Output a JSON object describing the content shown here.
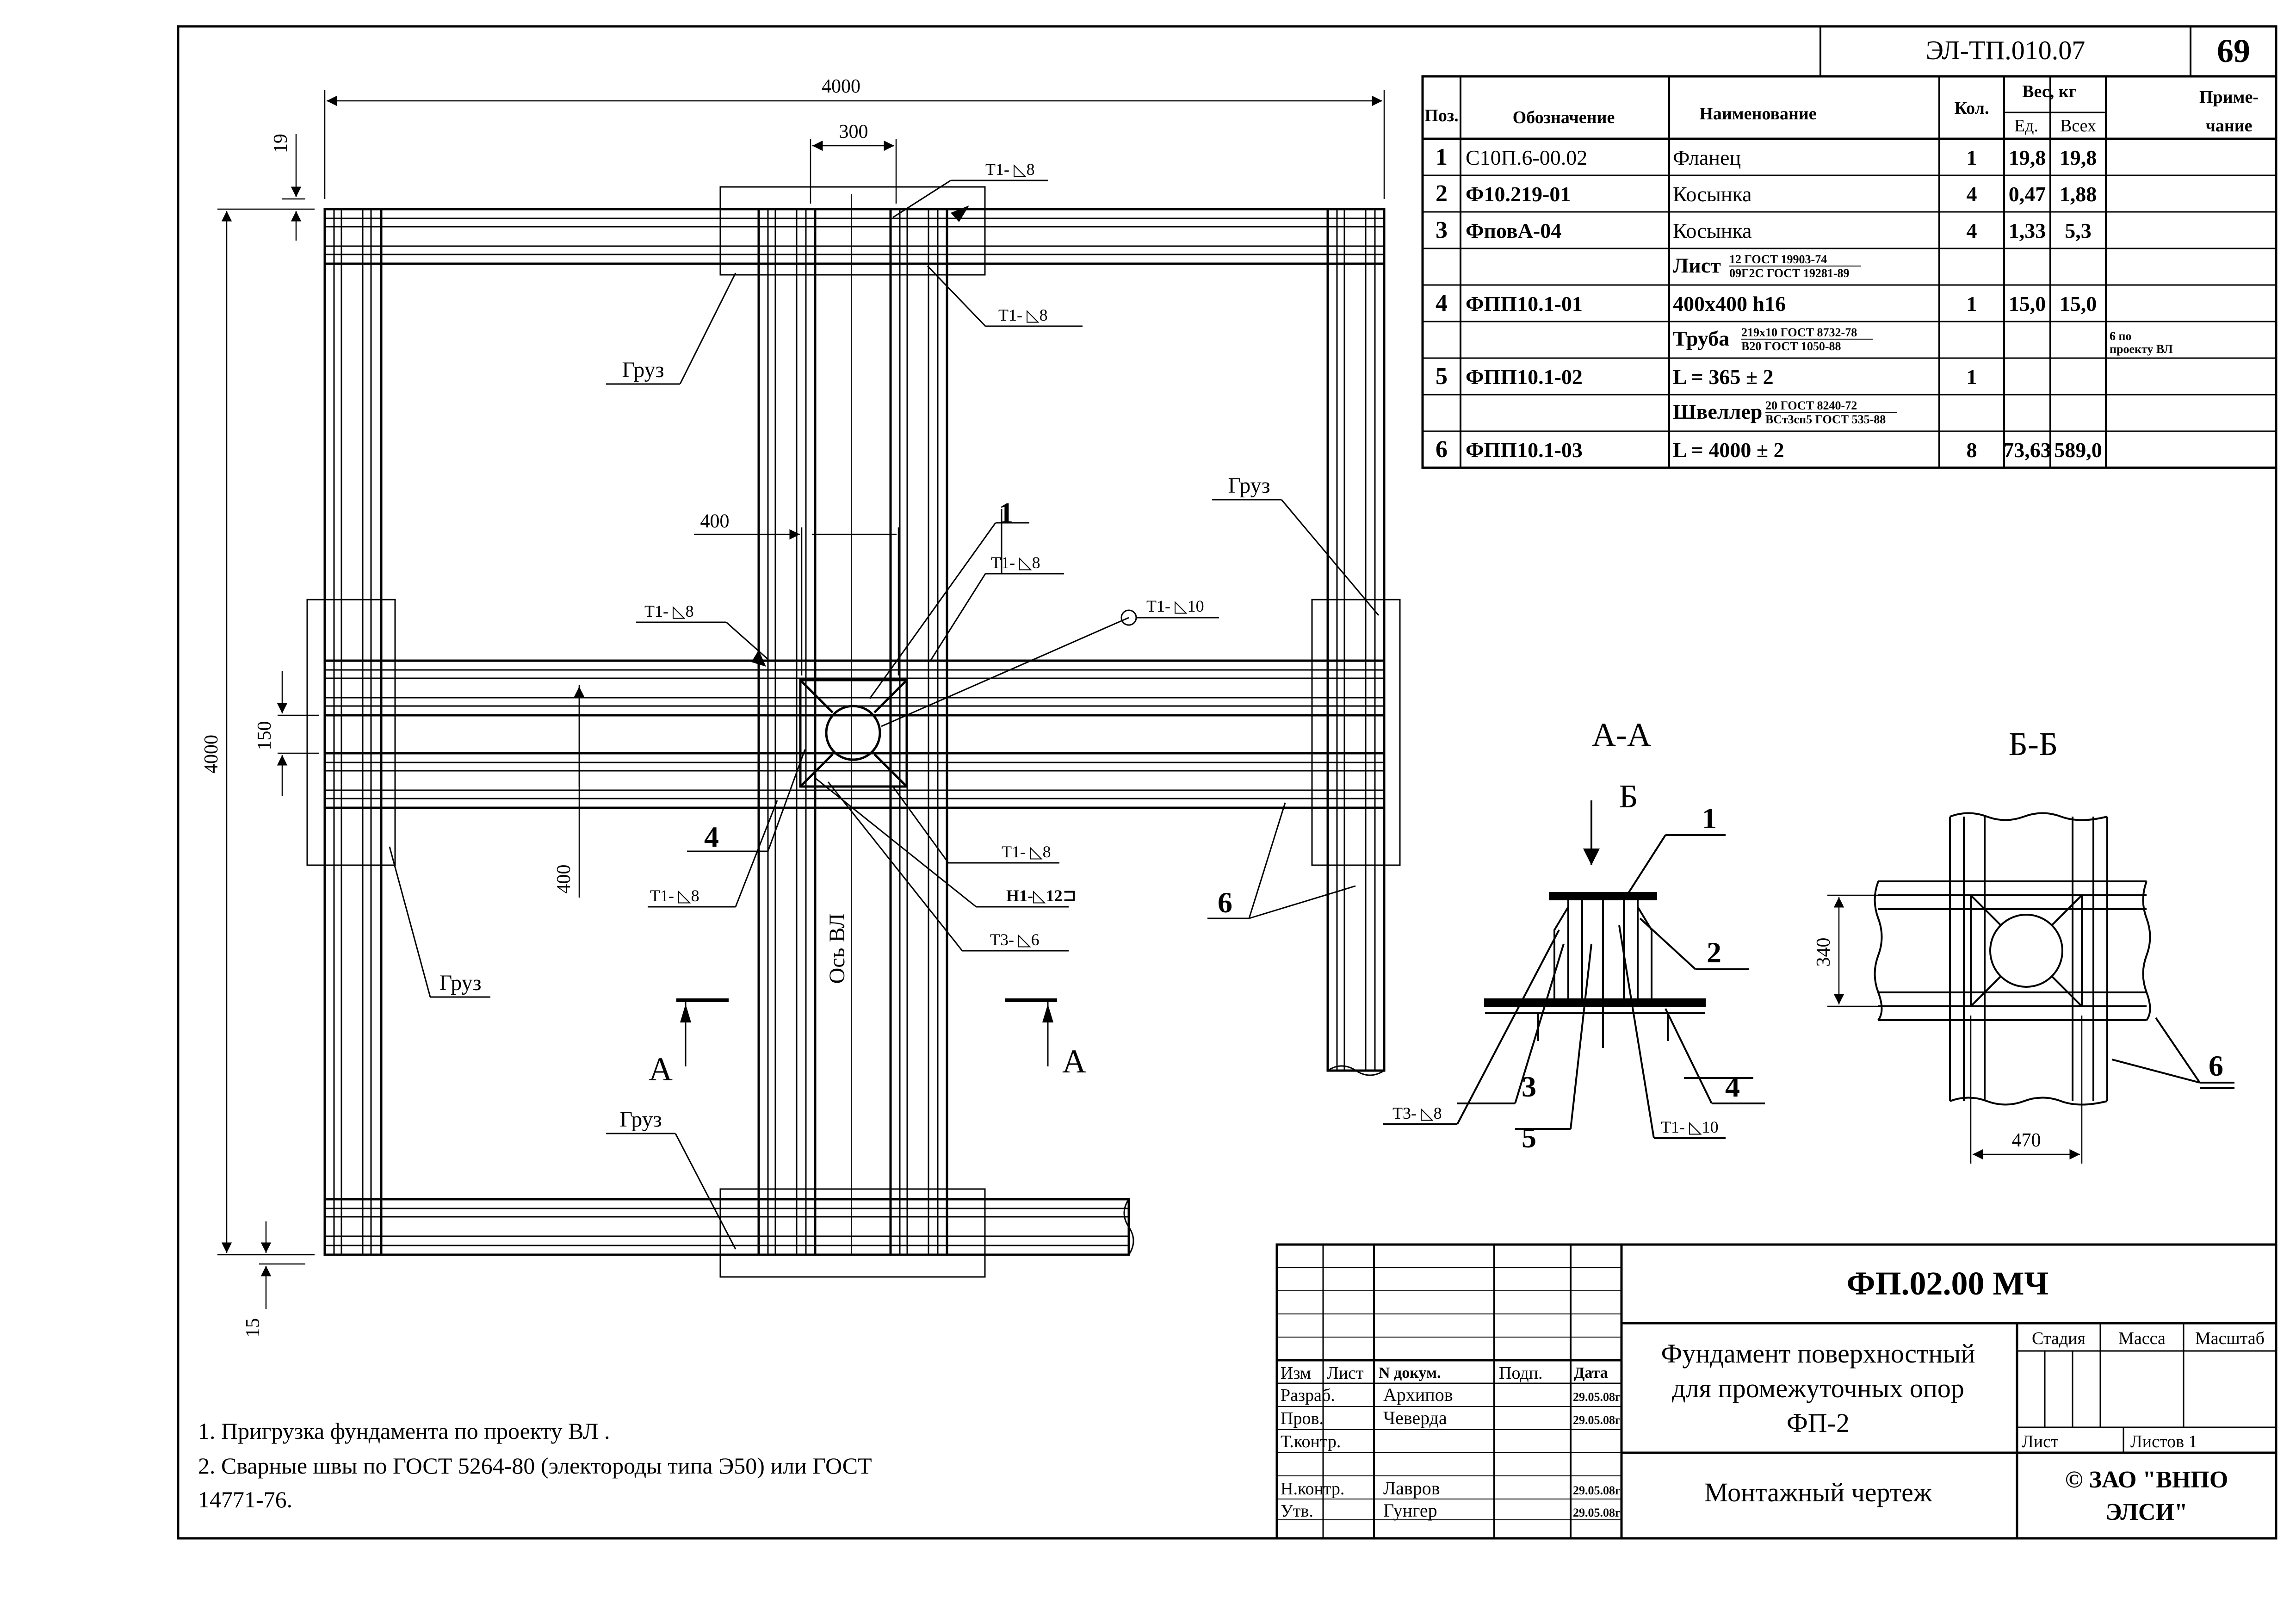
{
  "sheet": {
    "doc_code": "ЭЛ-ТП.010.07",
    "sheet_number": "69"
  },
  "spec_table": {
    "headers": {
      "pos": "Поз.",
      "designation": "Обозначение",
      "name": "Наименование",
      "qty": "Кол.",
      "weight": "Вес, кг",
      "unit": "Ед.",
      "total": "Всех",
      "note_line1": "Приме-",
      "note_line2": "чание"
    },
    "rows": [
      {
        "pos": "1",
        "designation": "С10П.6-00.02",
        "name": "Фланец",
        "qty": "1",
        "unit": "19,8",
        "total": "19,8"
      },
      {
        "pos": "2",
        "designation": "Ф10.219-01",
        "name": "Косынка",
        "qty": "4",
        "unit": "0,47",
        "total": "1,88"
      },
      {
        "pos": "3",
        "designation": "ФповА-04",
        "name": "Косынка",
        "qty": "4",
        "unit": "1,33",
        "total": "5,3"
      },
      {
        "pos": "",
        "designation": "",
        "name": "Лист",
        "name_top": "12 ГОСТ 19903-74",
        "name_bottom": "09Г2С ГОСТ 19281-89",
        "qty": "",
        "unit": "",
        "total": ""
      },
      {
        "pos": "4",
        "designation": "ФПП10.1-01",
        "name": "400х400 h16",
        "qty": "1",
        "unit": "15,0",
        "total": "15,0"
      },
      {
        "pos": "",
        "designation": "",
        "name": "Труба",
        "name_top": "219х10 ГОСТ 8732-78",
        "name_bottom": "В20 ГОСТ 1050-88",
        "qty": "",
        "unit": "",
        "total": "",
        "note_line1": "6 по",
        "note_line2": "проекту ВЛ"
      },
      {
        "pos": "5",
        "designation": "ФПП10.1-02",
        "name": "L = 365 ± 2",
        "qty": "1",
        "unit": "",
        "total": ""
      },
      {
        "pos": "",
        "designation": "",
        "name": "Швеллер",
        "name_top": "20 ГОСТ 8240-72",
        "name_bottom": "ВСт3сп5 ГОСТ 535-88",
        "qty": "",
        "unit": "",
        "total": ""
      },
      {
        "pos": "6",
        "designation": "ФПП10.1-03",
        "name": "L = 4000 ± 2",
        "qty": "8",
        "unit": "73,63",
        "total": "589,0"
      }
    ]
  },
  "plan": {
    "dims": {
      "overall_width": "4000",
      "overall_height": "4000",
      "top_gap": "300",
      "top_offset": "19",
      "bottom_offset": "15",
      "mid_gap": "400",
      "mid_height": "150",
      "lower_height": "400"
    },
    "labels": {
      "load_top": "Груз",
      "load_right": "Груз",
      "load_left": "Груз",
      "load_bottom": "Груз",
      "axis": "Ось ВЛ",
      "section_left": "А",
      "section_right": "А",
      "callout_1": "1",
      "callout_4": "4",
      "callout_6": "6"
    },
    "welds": {
      "w_top_1": "Т1- ◺8",
      "w_top_2": "Т1- ◺8",
      "w_mid_right": "Т1- ◺8",
      "w_mid_left": "Т1- ◺8",
      "w_flange": "Т1- ◺10",
      "w_low_right": "Т1- ◺8",
      "w_low_left": "Т1- ◺8",
      "w_h1": "Н1-◺12⊐",
      "w_t3": "Т3- ◺6"
    }
  },
  "section_aa": {
    "title": "А-А",
    "arrow_label": "Б",
    "callouts": [
      "1",
      "2",
      "3",
      "4",
      "5"
    ],
    "weld_t3": "Т3- ◺8",
    "weld_t1": "Т1- ◺10"
  },
  "section_bb": {
    "title": "Б-Б",
    "dim_height": "340",
    "dim_width": "470",
    "callout_6": "6"
  },
  "notes": {
    "line1": "1. Пригрузка фундамента по проекту ВЛ .",
    "line2": "2. Сварные швы по ГОСТ 5264-80 (электороды типа Э50) или ГОСТ",
    "line3": "14771-76."
  },
  "title_block": {
    "code": "ФП.02.00 МЧ",
    "title_line1": "Фундамент поверхностный",
    "title_line2": "для промежуточных опор",
    "title_line3": "ФП-2",
    "doc_type": "Монтажный чертеж",
    "company_line1": "© ЗАО \"ВНПО",
    "company_line2": "ЭЛСИ\"",
    "stage": "Стадия",
    "mass": "Масса",
    "scale": "Масштаб",
    "sheet": "Лист",
    "sheets": "Листов  1",
    "col_izm": "Изм",
    "col_list": "Лист",
    "col_ndoc": "N докум.",
    "col_sign": "Подп.",
    "col_date": "Дата",
    "roles": [
      {
        "role": "Разраб.",
        "name": "Архипов",
        "date": "29.05.08г"
      },
      {
        "role": "Пров.",
        "name": "Чеверда",
        "date": "29.05.08г"
      },
      {
        "role": "Т.контр.",
        "name": "",
        "date": ""
      },
      {
        "role": "Н.контр.",
        "name": "Лавров",
        "date": "29.05.08г"
      },
      {
        "role": "Утв.",
        "name": "Гунгер",
        "date": "29.05.08г"
      }
    ]
  }
}
